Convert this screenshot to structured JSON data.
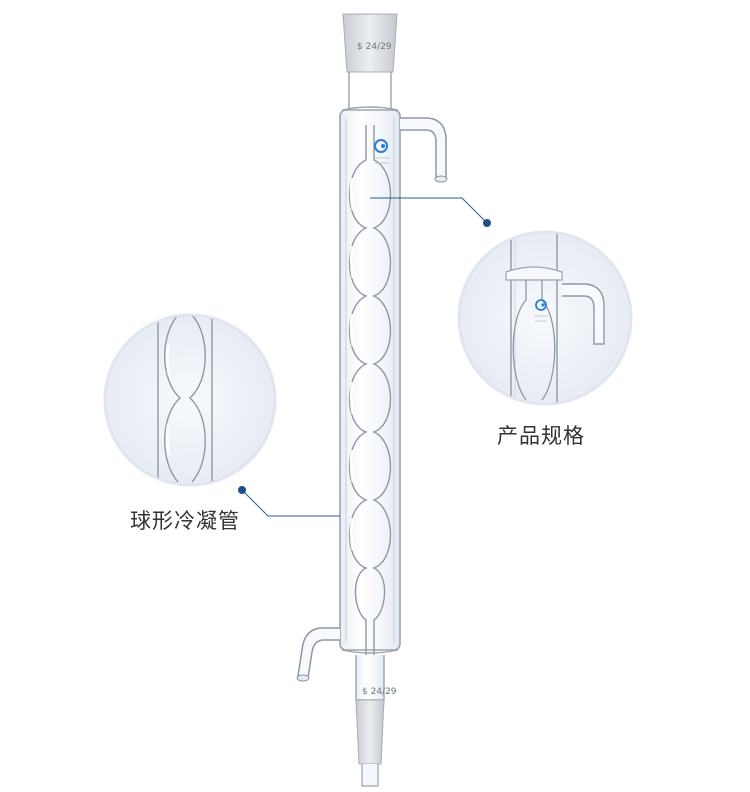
{
  "labels": {
    "product_spec": "产品规格",
    "ball_condenser": "球形冷凝管"
  },
  "engravings": {
    "top_joint": "$ 24/29",
    "bottom_joint": "$ 24/29"
  },
  "icons": {
    "brand_logo": "brand-logo-icon"
  },
  "colors": {
    "background": "#ffffff",
    "glass_edge": "#8c96a4",
    "glass_fill": "#f4f7fb",
    "frosted_joint": "#dfe2e6",
    "leader_line": "#2f5c8c",
    "leader_dot": "#1f4e8c",
    "detail_circle_fill": "#eef2f8",
    "detail_circle_border": "#e3e7ed",
    "logo_blue": "#2a7fd8",
    "label_text": "#333333"
  }
}
